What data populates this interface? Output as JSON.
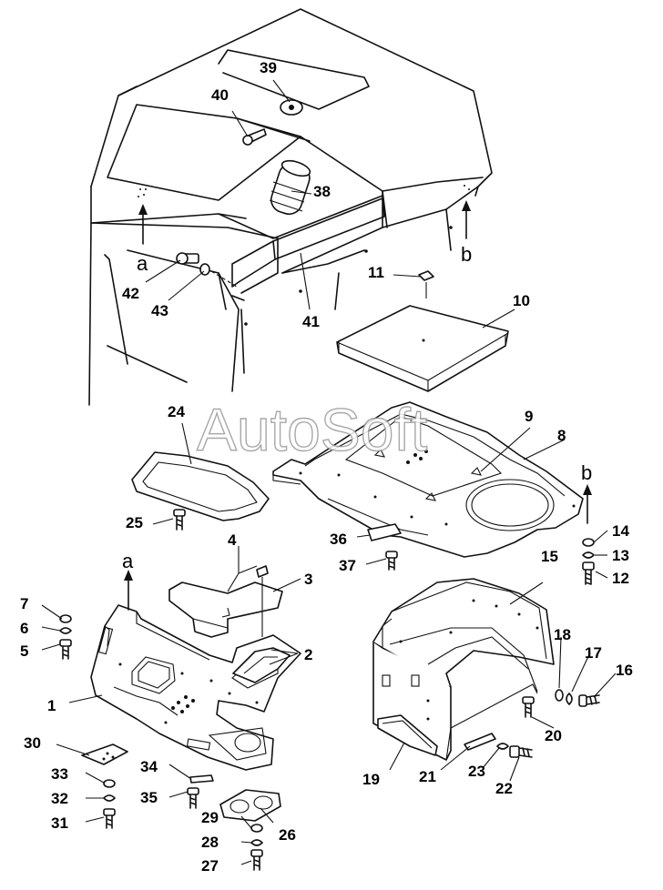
{
  "watermark": "AutoSoft",
  "parts": [
    {
      "n": "1"
    },
    {
      "n": "2"
    },
    {
      "n": "3"
    },
    {
      "n": "4"
    },
    {
      "n": "5"
    },
    {
      "n": "6"
    },
    {
      "n": "7"
    },
    {
      "n": "8"
    },
    {
      "n": "9"
    },
    {
      "n": "10"
    },
    {
      "n": "11"
    },
    {
      "n": "12"
    },
    {
      "n": "13"
    },
    {
      "n": "14"
    },
    {
      "n": "15"
    },
    {
      "n": "16"
    },
    {
      "n": "17"
    },
    {
      "n": "18"
    },
    {
      "n": "19"
    },
    {
      "n": "20"
    },
    {
      "n": "21"
    },
    {
      "n": "22"
    },
    {
      "n": "23"
    },
    {
      "n": "24"
    },
    {
      "n": "25"
    },
    {
      "n": "26"
    },
    {
      "n": "27"
    },
    {
      "n": "28"
    },
    {
      "n": "29"
    },
    {
      "n": "30"
    },
    {
      "n": "31"
    },
    {
      "n": "32"
    },
    {
      "n": "33"
    },
    {
      "n": "34"
    },
    {
      "n": "35"
    },
    {
      "n": "36"
    },
    {
      "n": "37"
    },
    {
      "n": "38"
    },
    {
      "n": "39"
    },
    {
      "n": "40"
    },
    {
      "n": "41"
    },
    {
      "n": "42"
    },
    {
      "n": "43"
    }
  ],
  "refs": [
    {
      "t": "a"
    },
    {
      "t": "b"
    }
  ]
}
